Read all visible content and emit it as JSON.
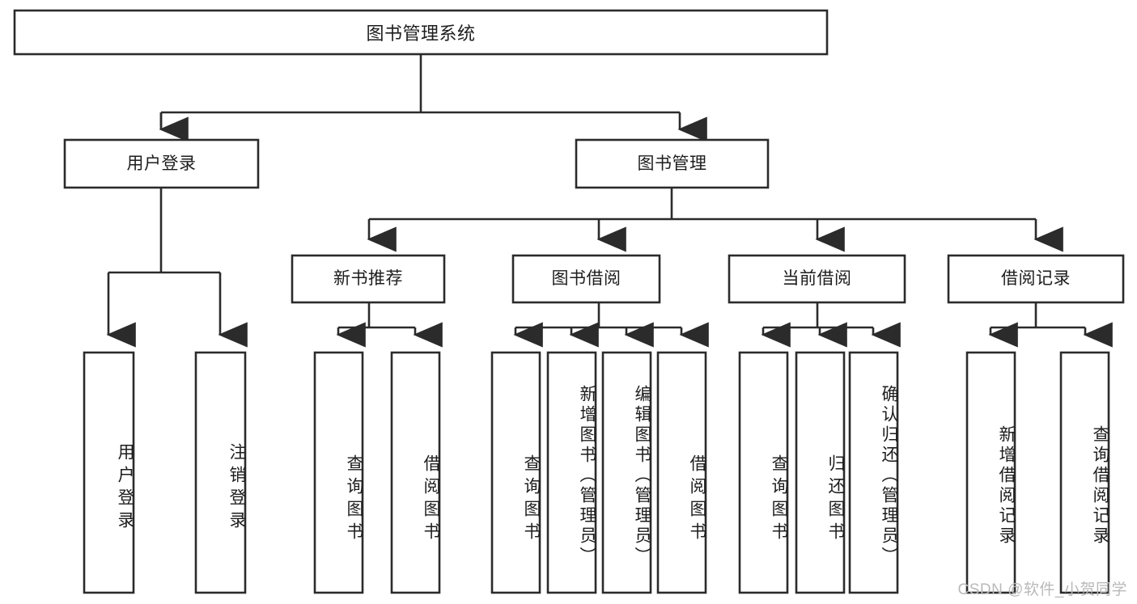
{
  "diagram": {
    "type": "tree",
    "title": "图书管理系统",
    "root": {
      "id": "root",
      "label": "图书管理系统"
    },
    "level2": [
      {
        "id": "user-login",
        "label": "用户登录"
      },
      {
        "id": "book-manage",
        "label": "图书管理"
      }
    ],
    "level3": [
      {
        "id": "new-book-rec",
        "label": "新书推荐",
        "parent": "book-manage"
      },
      {
        "id": "book-borrow",
        "label": "图书借阅",
        "parent": "book-manage"
      },
      {
        "id": "current-borrow",
        "label": "当前借阅",
        "parent": "book-manage"
      },
      {
        "id": "borrow-record",
        "label": "借阅记录",
        "parent": "book-manage"
      }
    ],
    "leaves": [
      {
        "id": "leaf-user-login",
        "label": "用户登录",
        "parent": "user-login"
      },
      {
        "id": "leaf-logout",
        "label": "注销登录",
        "parent": "user-login"
      },
      {
        "id": "leaf-query-book-1",
        "label": "查询图书",
        "parent": "new-book-rec"
      },
      {
        "id": "leaf-borrow-book-1",
        "label": "借阅图书",
        "parent": "new-book-rec"
      },
      {
        "id": "leaf-query-book-2",
        "label": "查询图书",
        "parent": "book-borrow"
      },
      {
        "id": "leaf-add-book",
        "label": "新增图书（管理员）",
        "parent": "book-borrow"
      },
      {
        "id": "leaf-edit-book",
        "label": "编辑图书（管理员）",
        "parent": "book-borrow"
      },
      {
        "id": "leaf-borrow-book-2",
        "label": "借阅图书",
        "parent": "book-borrow"
      },
      {
        "id": "leaf-query-book-3",
        "label": "查询图书",
        "parent": "current-borrow"
      },
      {
        "id": "leaf-return-book",
        "label": "归还图书",
        "parent": "current-borrow"
      },
      {
        "id": "leaf-confirm-return",
        "label": "确认归还（管理员）",
        "parent": "current-borrow"
      },
      {
        "id": "leaf-add-record",
        "label": "新增借阅记录",
        "parent": "borrow-record"
      },
      {
        "id": "leaf-query-record",
        "label": "查询借阅记录",
        "parent": "borrow-record"
      }
    ],
    "colors": {
      "box_stroke": "#2b2b2b",
      "box_fill": "#ffffff",
      "connector": "#2b2b2b",
      "text": "#1d1d1d",
      "background": "#ffffff",
      "watermark": "#b9b9b9"
    }
  },
  "watermark": {
    "text": "CSDN @软件_小贺同学"
  }
}
